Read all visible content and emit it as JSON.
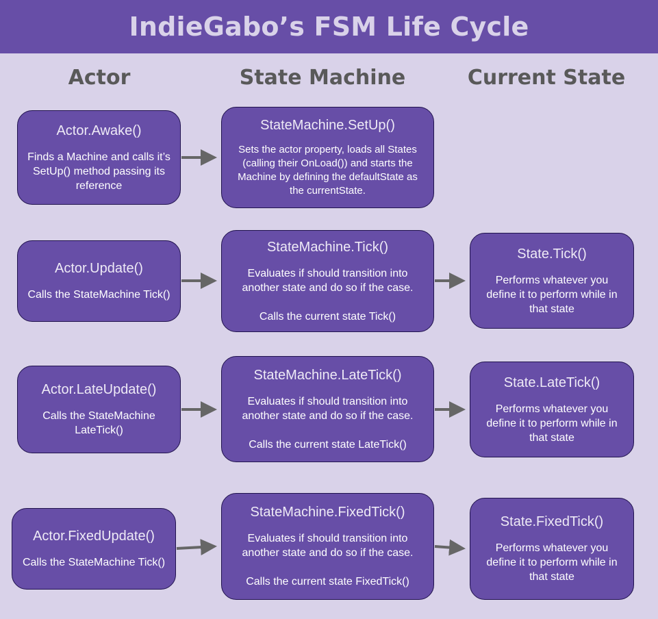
{
  "title": "IndieGabo’s FSM Life Cycle",
  "columns": {
    "actor": "Actor",
    "machine": "State Machine",
    "state": "Current State"
  },
  "rows": [
    {
      "actor": {
        "title": "Actor.Awake()",
        "body": "Finds a Machine and calls it’s SetUp() method passing its reference"
      },
      "machine": {
        "title": "StateMachine.SetUp()",
        "body": "Sets the actor property, loads all States (calling their OnLoad()) and starts the Machine by defining the defaultState as the currentState.",
        "body2": ""
      }
    },
    {
      "actor": {
        "title": "Actor.Update()",
        "body": "Calls the StateMachine Tick()"
      },
      "machine": {
        "title": "StateMachine.Tick()",
        "body": "Evaluates if should transition into another state and do so if the case.",
        "body2": "Calls the current state Tick()"
      },
      "state": {
        "title": "State.Tick()",
        "body": "Performs whatever you define it to perform while in that state"
      }
    },
    {
      "actor": {
        "title": "Actor.LateUpdate()",
        "body": "Calls the StateMachine LateTick()"
      },
      "machine": {
        "title": "StateMachine.LateTick()",
        "body": "Evaluates if should transition into another state and do so if the case.",
        "body2": "Calls the current state LateTick()"
      },
      "state": {
        "title": "State.LateTick()",
        "body": "Performs whatever you define it to perform while in that state"
      }
    },
    {
      "actor": {
        "title": "Actor.FixedUpdate()",
        "body": "Calls the StateMachine Tick()"
      },
      "machine": {
        "title": "StateMachine.FixedTick()",
        "body": "Evaluates if should transition into another state and do so if the case.",
        "body2": "Calls the current state FixedTick()"
      },
      "state": {
        "title": "State.FixedTick()",
        "body": "Performs whatever you define it to perform while in that state"
      }
    }
  ],
  "colors": {
    "header": "#674ea7",
    "background": "#d9d2e9",
    "box": "#674ea7",
    "arrow": "#666666"
  }
}
